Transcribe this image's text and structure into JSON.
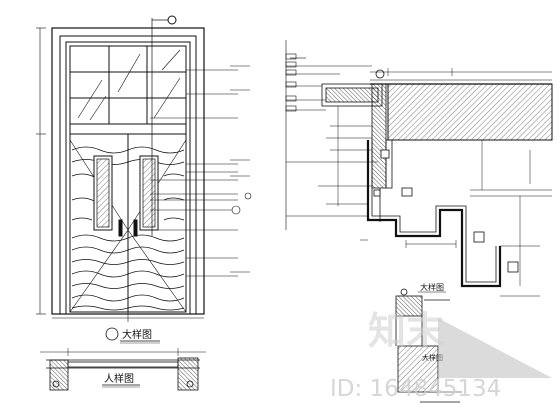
{
  "drawing": {
    "door_elevation_caption": "大样图",
    "plan_section_caption": "人样图",
    "detail_section_caption": "大样图",
    "detail_section_caption_small": "大样图"
  },
  "watermark": {
    "logo_text": "知末",
    "id_label": "ID: 164845134"
  }
}
